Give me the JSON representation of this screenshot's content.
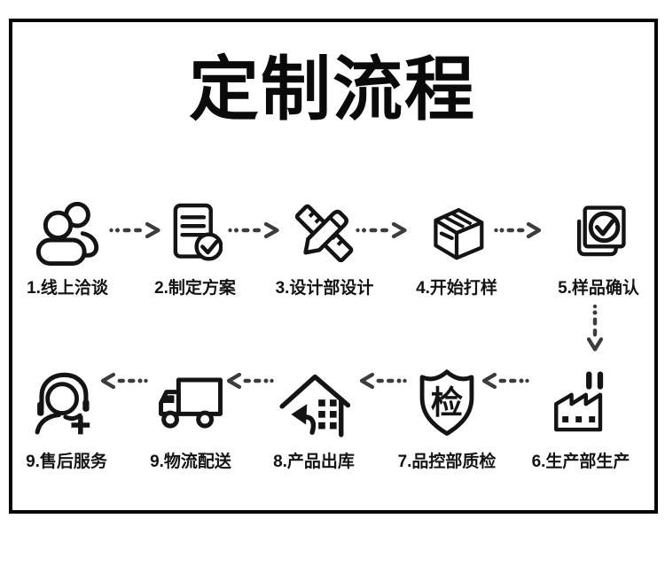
{
  "title": "定制流程",
  "colors": {
    "ink": "#141414",
    "arrow": "#3c3c3c",
    "frame": "#050505",
    "background": "#ffffff"
  },
  "flow": {
    "connectors": {
      "row1": "dashed-arrow-right",
      "bridge": "dashed-arrow-down",
      "row2": "dashed-arrow-left"
    },
    "row1": [
      {
        "label": "1.线上洽谈",
        "icon": "users-icon"
      },
      {
        "label": "2.制定方案",
        "icon": "document-check-icon"
      },
      {
        "label": "3.设计部设计",
        "icon": "ruler-pencil-icon"
      },
      {
        "label": "4.开始打样",
        "icon": "package-box-icon"
      },
      {
        "label": "5.样品确认",
        "icon": "sample-check-icon"
      }
    ],
    "row2": [
      {
        "label": "6.生产部生产",
        "icon": "factory-icon"
      },
      {
        "label": "7.品控部质检",
        "icon": "shield-check-icon",
        "badge": "检"
      },
      {
        "label": "8.产品出库",
        "icon": "warehouse-out-icon"
      },
      {
        "label": "9.物流配送",
        "icon": "delivery-truck-icon"
      },
      {
        "label": "9.售后服务",
        "icon": "customer-service-icon"
      }
    ]
  }
}
